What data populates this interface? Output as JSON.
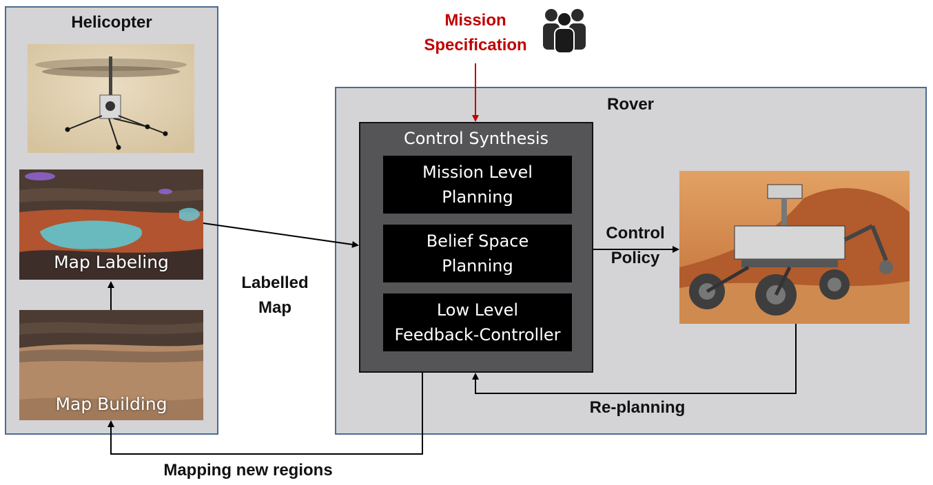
{
  "mission": {
    "label_line1": "Mission",
    "label_line2": "Specification",
    "icon": "people-group-icon",
    "color": "#c00000"
  },
  "helicopter": {
    "title": "Helicopter",
    "map_labeling_caption": "Map Labeling",
    "map_building_caption": "Map Building"
  },
  "rover": {
    "title": "Rover",
    "control_synthesis": {
      "title": "Control Synthesis",
      "boxes": [
        {
          "line1": "Mission Level",
          "line2": "Planning"
        },
        {
          "line1": "Belief Space",
          "line2": "Planning"
        },
        {
          "line1": "Low Level",
          "line2": "Feedback-Controller"
        }
      ]
    }
  },
  "edges": {
    "labelled_map": {
      "line1": "Labelled",
      "line2": "Map"
    },
    "control_policy": {
      "line1": "Control",
      "line2": "Policy"
    },
    "re_planning": "Re-planning",
    "mapping_new_regions": "Mapping new regions"
  },
  "colors": {
    "panel_bg": "#d4d3d5",
    "panel_border": "#4a6c92",
    "synth_bg": "#555557",
    "plan_bg": "#000000"
  }
}
